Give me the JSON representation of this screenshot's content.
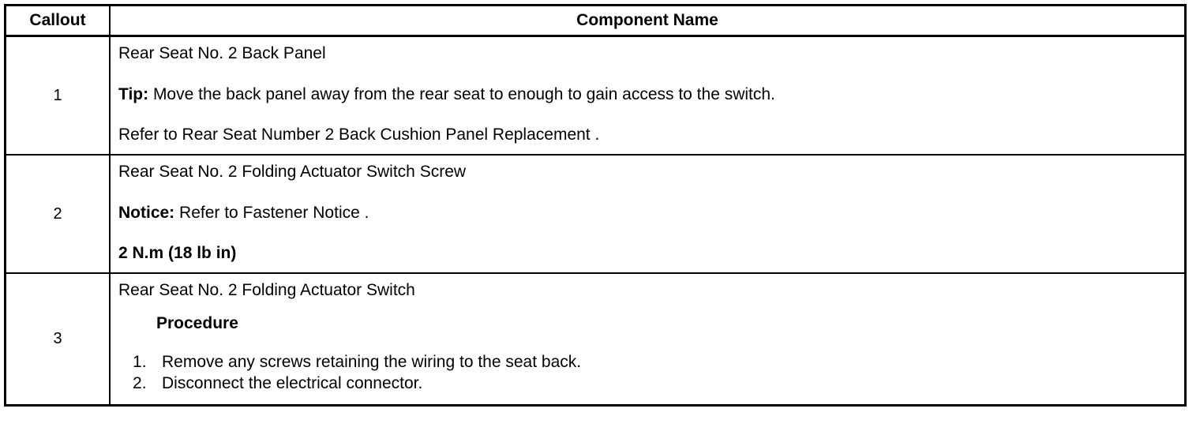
{
  "table": {
    "headers": {
      "callout": "Callout",
      "component_name": "Component Name"
    },
    "rows": [
      {
        "callout": "1",
        "lines": [
          {
            "text": "Rear Seat No. 2 Back Panel"
          },
          {
            "label": "Tip:",
            "text": " Move the back panel away from the rear seat to enough to gain access to the switch."
          },
          {
            "text": "Refer to Rear Seat Number 2 Back Cushion Panel Replacement ."
          }
        ]
      },
      {
        "callout": "2",
        "lines": [
          {
            "text": "Rear Seat No. 2 Folding Actuator Switch Screw"
          },
          {
            "label": "Notice:",
            "text": " Refer to Fastener Notice ."
          },
          {
            "bold_text": "2 N.m (18 lb in)"
          }
        ]
      },
      {
        "callout": "3",
        "title": "Rear Seat No. 2 Folding Actuator Switch",
        "procedure_heading": "Procedure",
        "steps": [
          "Remove any screws retaining the wiring to the seat back.",
          "Disconnect the electrical connector."
        ]
      }
    ]
  }
}
